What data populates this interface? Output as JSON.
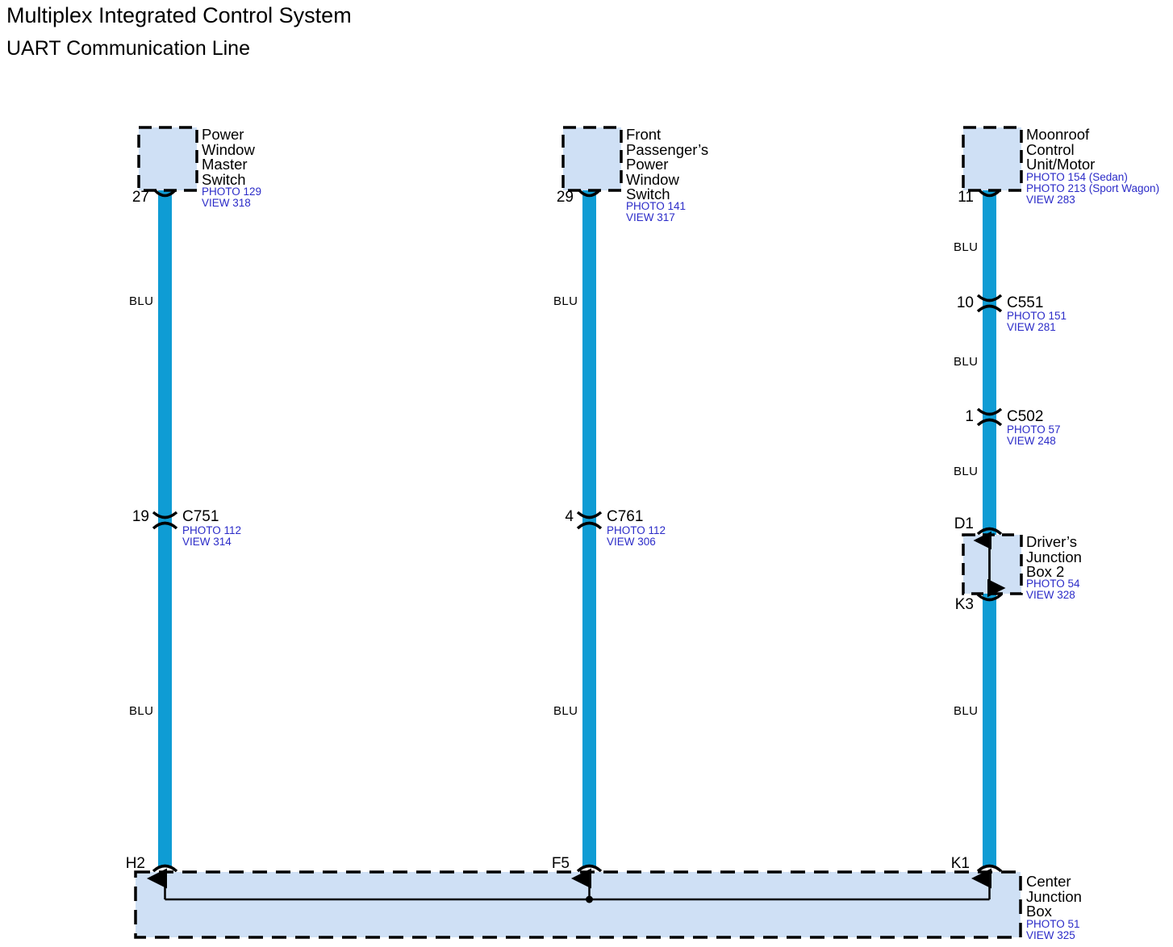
{
  "title": {
    "main": "Multiplex Integrated Control System",
    "sub": "UART Communication Line"
  },
  "colors": {
    "wire_blue": "#0f9cd4",
    "box_fill": "#cfe0f5",
    "box_stroke": "#000000",
    "ref_text": "#2b2bc8"
  },
  "wire_color_label": "BLU",
  "columns": [
    {
      "id": "left",
      "component": {
        "name": "Power\nWindow\nMaster\nSwitch",
        "refs": "PHOTO 129\nVIEW 318",
        "pin": "27"
      },
      "wire_labels": [
        "BLU",
        "BLU"
      ],
      "connectors": [
        {
          "pin": "19",
          "name": "C751",
          "refs": "PHOTO 112\nVIEW 314"
        }
      ],
      "bottom_pin": "H2"
    },
    {
      "id": "middle",
      "component": {
        "name": "Front\nPassenger’s\nPower\nWindow\nSwitch",
        "refs": "PHOTO 141\nVIEW 317",
        "pin": "29"
      },
      "wire_labels": [
        "BLU",
        "BLU"
      ],
      "connectors": [
        {
          "pin": "4",
          "name": "C761",
          "refs": "PHOTO 112\nVIEW 306"
        }
      ],
      "bottom_pin": "F5"
    },
    {
      "id": "right",
      "component": {
        "name": "Moonroof\nControl\nUnit/Motor",
        "refs": "PHOTO 154 (Sedan)\nPHOTO 213 (Sport Wagon)\nVIEW 283",
        "pin": "11"
      },
      "wire_labels": [
        "BLU",
        "BLU",
        "BLU",
        "BLU"
      ],
      "connectors": [
        {
          "pin": "10",
          "name": "C551",
          "refs": "PHOTO 151\nVIEW 281"
        },
        {
          "pin": "1",
          "name": "C502",
          "refs": "PHOTO 57\nVIEW 248"
        }
      ],
      "junction_box": {
        "name": "Driver’s\nJunction\nBox 2",
        "refs": "PHOTO 54\nVIEW 328",
        "pin_top": "D1",
        "pin_bottom": "K3"
      },
      "bottom_pin": "K1"
    }
  ],
  "center_junction_box": {
    "name": "Center\nJunction\nBox",
    "refs": "PHOTO 51\nVIEW 325"
  }
}
